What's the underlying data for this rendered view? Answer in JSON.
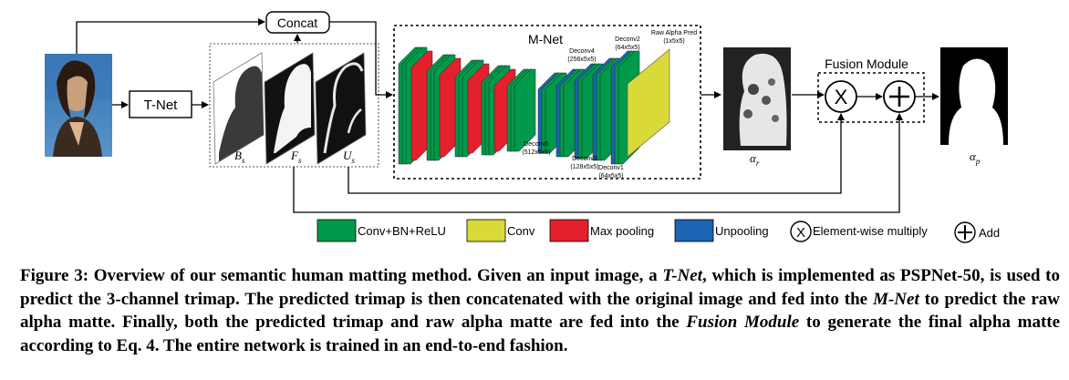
{
  "diagram": {
    "concat_label": "Concat",
    "tnet_label": "T-Net",
    "mnet_label": "M-Net",
    "fusion_label": "Fusion Module",
    "multiply_symbol": "X",
    "add_symbol": "+",
    "trimap_labels": {
      "bs": "B",
      "bs_sub": "s",
      "fs": "F",
      "fs_sub": "s",
      "us": "U",
      "us_sub": "s"
    },
    "alpha_r": {
      "base": "α",
      "sub": "r"
    },
    "alpha_p": {
      "base": "α",
      "sub": "p"
    },
    "layers": {
      "deconv4": [
        "Deconv4",
        "(256x5x5)"
      ],
      "deconv2": [
        "Deconv2",
        "(64x5x5)"
      ],
      "raw_alpha": [
        "Raw Alpha Pred",
        "(1x5x5)"
      ],
      "deconv5": [
        "Deconv5",
        "(512x5x5)"
      ],
      "deconv3": [
        "Deconv3",
        "(128x5x5)"
      ],
      "deconv1": [
        "Deconv1",
        "(64x5x5)"
      ]
    },
    "legend": {
      "conv_bn_relu": "Conv+BN+ReLU",
      "conv": "Conv",
      "max_pooling": "Max pooling",
      "unpooling": "Unpooling",
      "elementwise_multiply": "Element-wise multiply",
      "add": "Add"
    },
    "colors": {
      "conv_bn_relu": "#009a4a",
      "conv": "#d9d93a",
      "max_pooling": "#e4202c",
      "unpooling": "#1d63b3"
    }
  },
  "caption": {
    "figure_label": "Figure 3:",
    "text_1": "Overview of our semantic human matting method. Given an input image, a",
    "tnet": "T-Net",
    "text_2": ", which is implemented as PSPNet-50, is used to predict the 3-channel trimap. The predicted trimap is then concatenated with the original image and fed into the",
    "mnet": "M-Net",
    "text_3": "to predict the raw alpha matte. Finally, both the predicted trimap and raw alpha matte are fed into the",
    "fusion": "Fusion Module",
    "text_4": "to generate the final alpha matte according to Eq. 4. The entire network is trained in an end-to-end fashion."
  }
}
